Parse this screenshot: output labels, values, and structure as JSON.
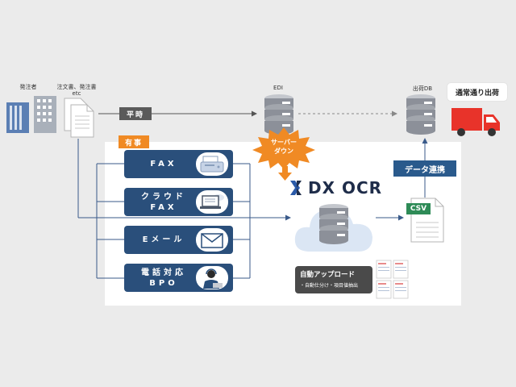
{
  "labels": {
    "orderer": "発注者",
    "documents_line1": "注文書、発注書",
    "documents_line2": "etc",
    "edi": "EDI",
    "shipping_db": "出荷DB",
    "normal_shipping": "通常通り出荷",
    "normal_time": "平時",
    "emergency": "有事",
    "server_down_line1": "サーバー",
    "server_down_line2": "ダウン",
    "dx_ocr": "DX OCR",
    "csv": "CSV",
    "data_link": "データ連携",
    "auto_upload": "自動アップロード",
    "auto_features": "・自動仕分け・項目値抽出"
  },
  "channels": [
    {
      "label": "FAX",
      "icon": "fax-machine-icon"
    },
    {
      "label": "クラウド\nFAX",
      "icon": "laptop-cloud-icon"
    },
    {
      "label": "Eメール",
      "icon": "envelope-icon"
    },
    {
      "label": "電話対応\nBPO",
      "icon": "operator-headset-icon"
    }
  ],
  "colors": {
    "navy": "#2a4f7b",
    "orange": "#f08a24",
    "truck_red": "#e8332a",
    "csv_green": "#2e8b57",
    "server_gray": "#8c9099"
  }
}
